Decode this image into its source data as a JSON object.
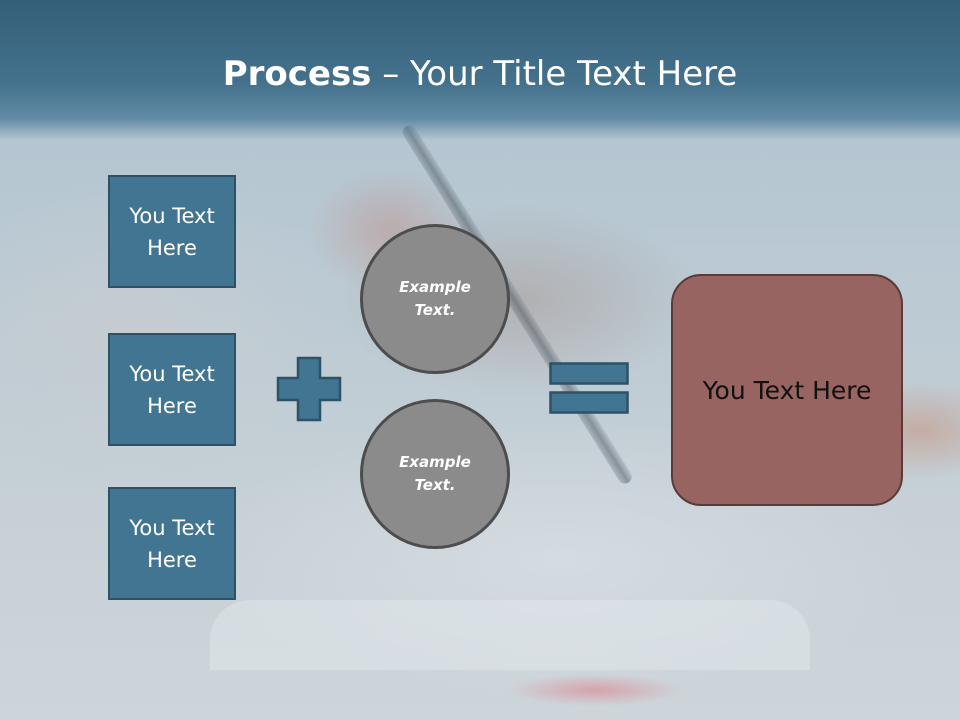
{
  "title": {
    "bold": "Process",
    "rest": " – Your Title Text Here"
  },
  "inputs": [
    {
      "label": "You Text Here"
    },
    {
      "label": "You Text Here"
    },
    {
      "label": "You Text Here"
    }
  ],
  "circles": [
    {
      "label": "Example Text."
    },
    {
      "label": "Example Text."
    }
  ],
  "result": {
    "label": "You Text Here"
  },
  "colors": {
    "title_bar": "#3e6a85",
    "box_fill": "#427592",
    "box_border": "#2d5167",
    "circle_fill": "#8b8b8b",
    "circle_border": "#4d4d4d",
    "result_fill": "#976462",
    "result_border": "#5a3b3a"
  },
  "icons": {
    "operator_1": "plus-icon",
    "operator_2": "equals-icon"
  }
}
